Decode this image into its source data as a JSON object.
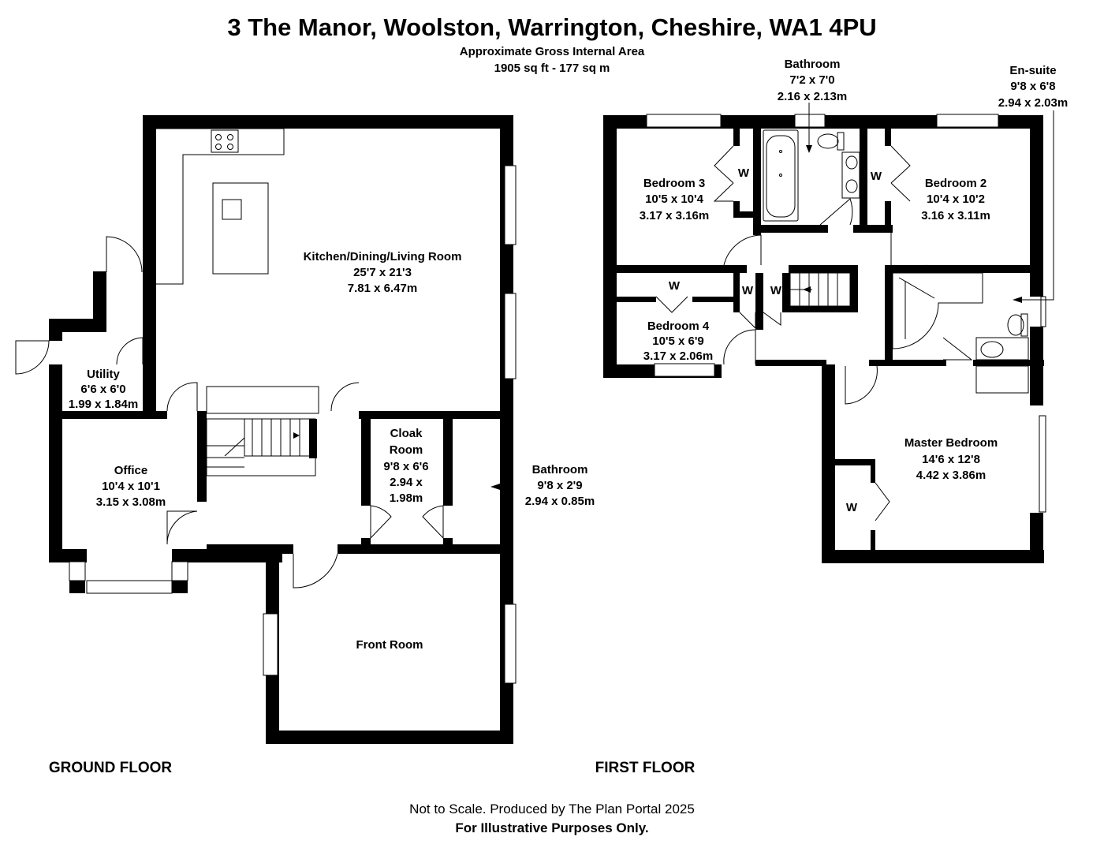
{
  "header": {
    "title": "3 The Manor, Woolston, Warrington, Cheshire, WA1 4PU",
    "subtitle_1": "Approximate Gross Internal Area",
    "subtitle_2": "1905 sq ft - 177 sq m"
  },
  "floors": {
    "ground": "GROUND FLOOR",
    "first": "FIRST FLOOR"
  },
  "rooms": {
    "kitchen": {
      "name": "Kitchen/Dining/Living Room",
      "imperial": "25'7 x 21'3",
      "metric": "7.81 x 6.47m"
    },
    "utility": {
      "name": "Utility",
      "imperial": "6'6 x 6'0",
      "metric": "1.99 x 1.84m"
    },
    "office": {
      "name": "Office",
      "imperial": "10'4 x 10'1",
      "metric": "3.15 x 3.08m"
    },
    "cloak": {
      "name_1": "Cloak",
      "name_2": "Room",
      "imperial": "9'8 x 6'6",
      "metric_1": "2.94 x",
      "metric_2": "1.98m"
    },
    "gbath": {
      "name": "Bathroom",
      "imperial": "9'8 x 2'9",
      "metric": "2.94 x 0.85m"
    },
    "front": {
      "name": "Front Room"
    },
    "bath1": {
      "name": "Bathroom",
      "imperial": "7'2 x 7'0",
      "metric": "2.16 x 2.13m"
    },
    "ensuite": {
      "name": "En-suite",
      "imperial": "9'8 x 6'8",
      "metric": "2.94 x 2.03m"
    },
    "bed3": {
      "name": "Bedroom 3",
      "imperial": "10'5 x 10'4",
      "metric": "3.17 x 3.16m"
    },
    "bed2": {
      "name": "Bedroom 2",
      "imperial": "10'4 x 10'2",
      "metric": "3.16 x 3.11m"
    },
    "bed4": {
      "name": "Bedroom 4",
      "imperial": "10'5 x 6'9",
      "metric": "3.17 x 2.06m"
    },
    "master": {
      "name": "Master Bedroom",
      "imperial": "14'6 x 12'8",
      "metric": "4.42 x 3.86m"
    }
  },
  "wardrobe_label": "W",
  "footer": {
    "line_1": "Not to Scale. Produced by The Plan Portal 2025",
    "line_2": "For Illustrative Purposes Only."
  },
  "colors": {
    "wall": "#000000",
    "background": "#ffffff",
    "line": "#000000"
  }
}
